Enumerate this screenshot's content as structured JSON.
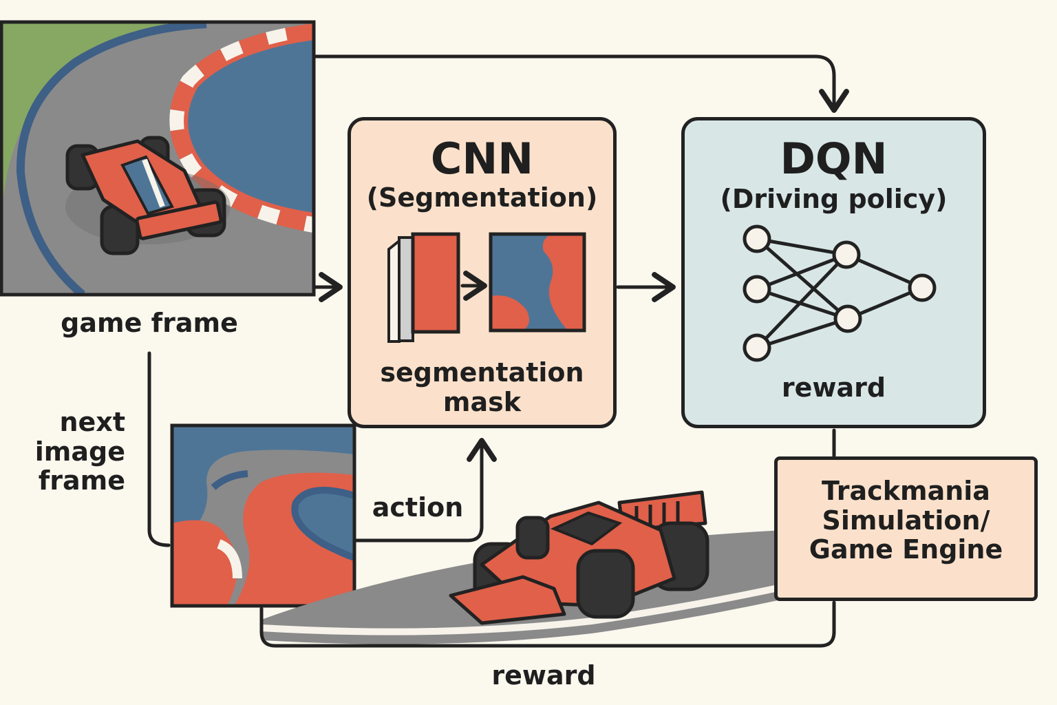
{
  "labels": {
    "game_frame": "game frame",
    "next_frame_line1": "next",
    "next_frame_line2": "image",
    "next_frame_line3": "frame",
    "action": "action",
    "reward_bottom": "reward"
  },
  "cnn": {
    "title": "CNN",
    "subtitle": "(Segmentation)",
    "caption_line1": "segmentation",
    "caption_line2": "mask"
  },
  "dqn": {
    "title": "DQN",
    "subtitle": "(Driving policy)",
    "caption": "reward"
  },
  "engine": {
    "line1": "Trackmania",
    "line2": "Simulation/",
    "line3": "Game Engine"
  },
  "colors": {
    "background": "#fbf8ee",
    "cnn_fill": "#fbe1cb",
    "dqn_fill": "#d8e6e6",
    "engine_fill": "#fbe1cb",
    "track_blue": "#4f7596",
    "track_red": "#e0604a",
    "asphalt": "#8a8a8a",
    "grass": "#86a863",
    "outline": "#222222"
  }
}
